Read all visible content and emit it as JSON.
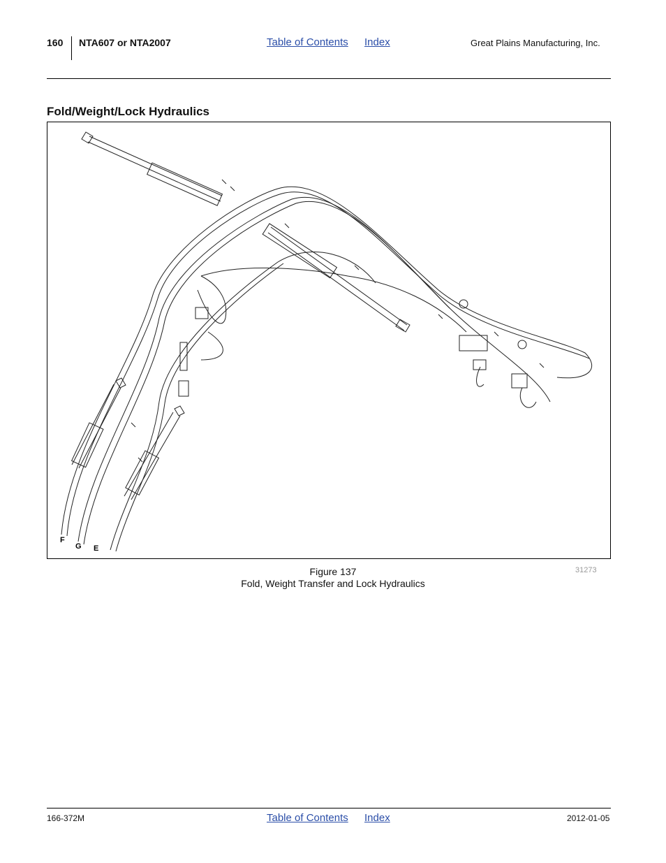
{
  "header": {
    "page_number": "160",
    "model": "NTA607 or NTA2007",
    "toc_link": "Table of Contents",
    "index_link": "Index",
    "company": "Great Plains Manufacturing, Inc."
  },
  "section": {
    "title": "Fold/Weight/Lock Hydraulics"
  },
  "figure": {
    "callouts": {
      "f": "F",
      "g": "G",
      "e": "E"
    },
    "number": "Figure 137",
    "caption": "Fold, Weight Transfer and Lock Hydraulics",
    "drawing_id": "31273"
  },
  "footer": {
    "doc_number": "166-372M",
    "toc_link": "Table of Contents",
    "index_link": "Index",
    "date": "2012-01-05"
  },
  "colors": {
    "link": "#2b4ea8",
    "drawing_id": "#9a9a9a"
  }
}
